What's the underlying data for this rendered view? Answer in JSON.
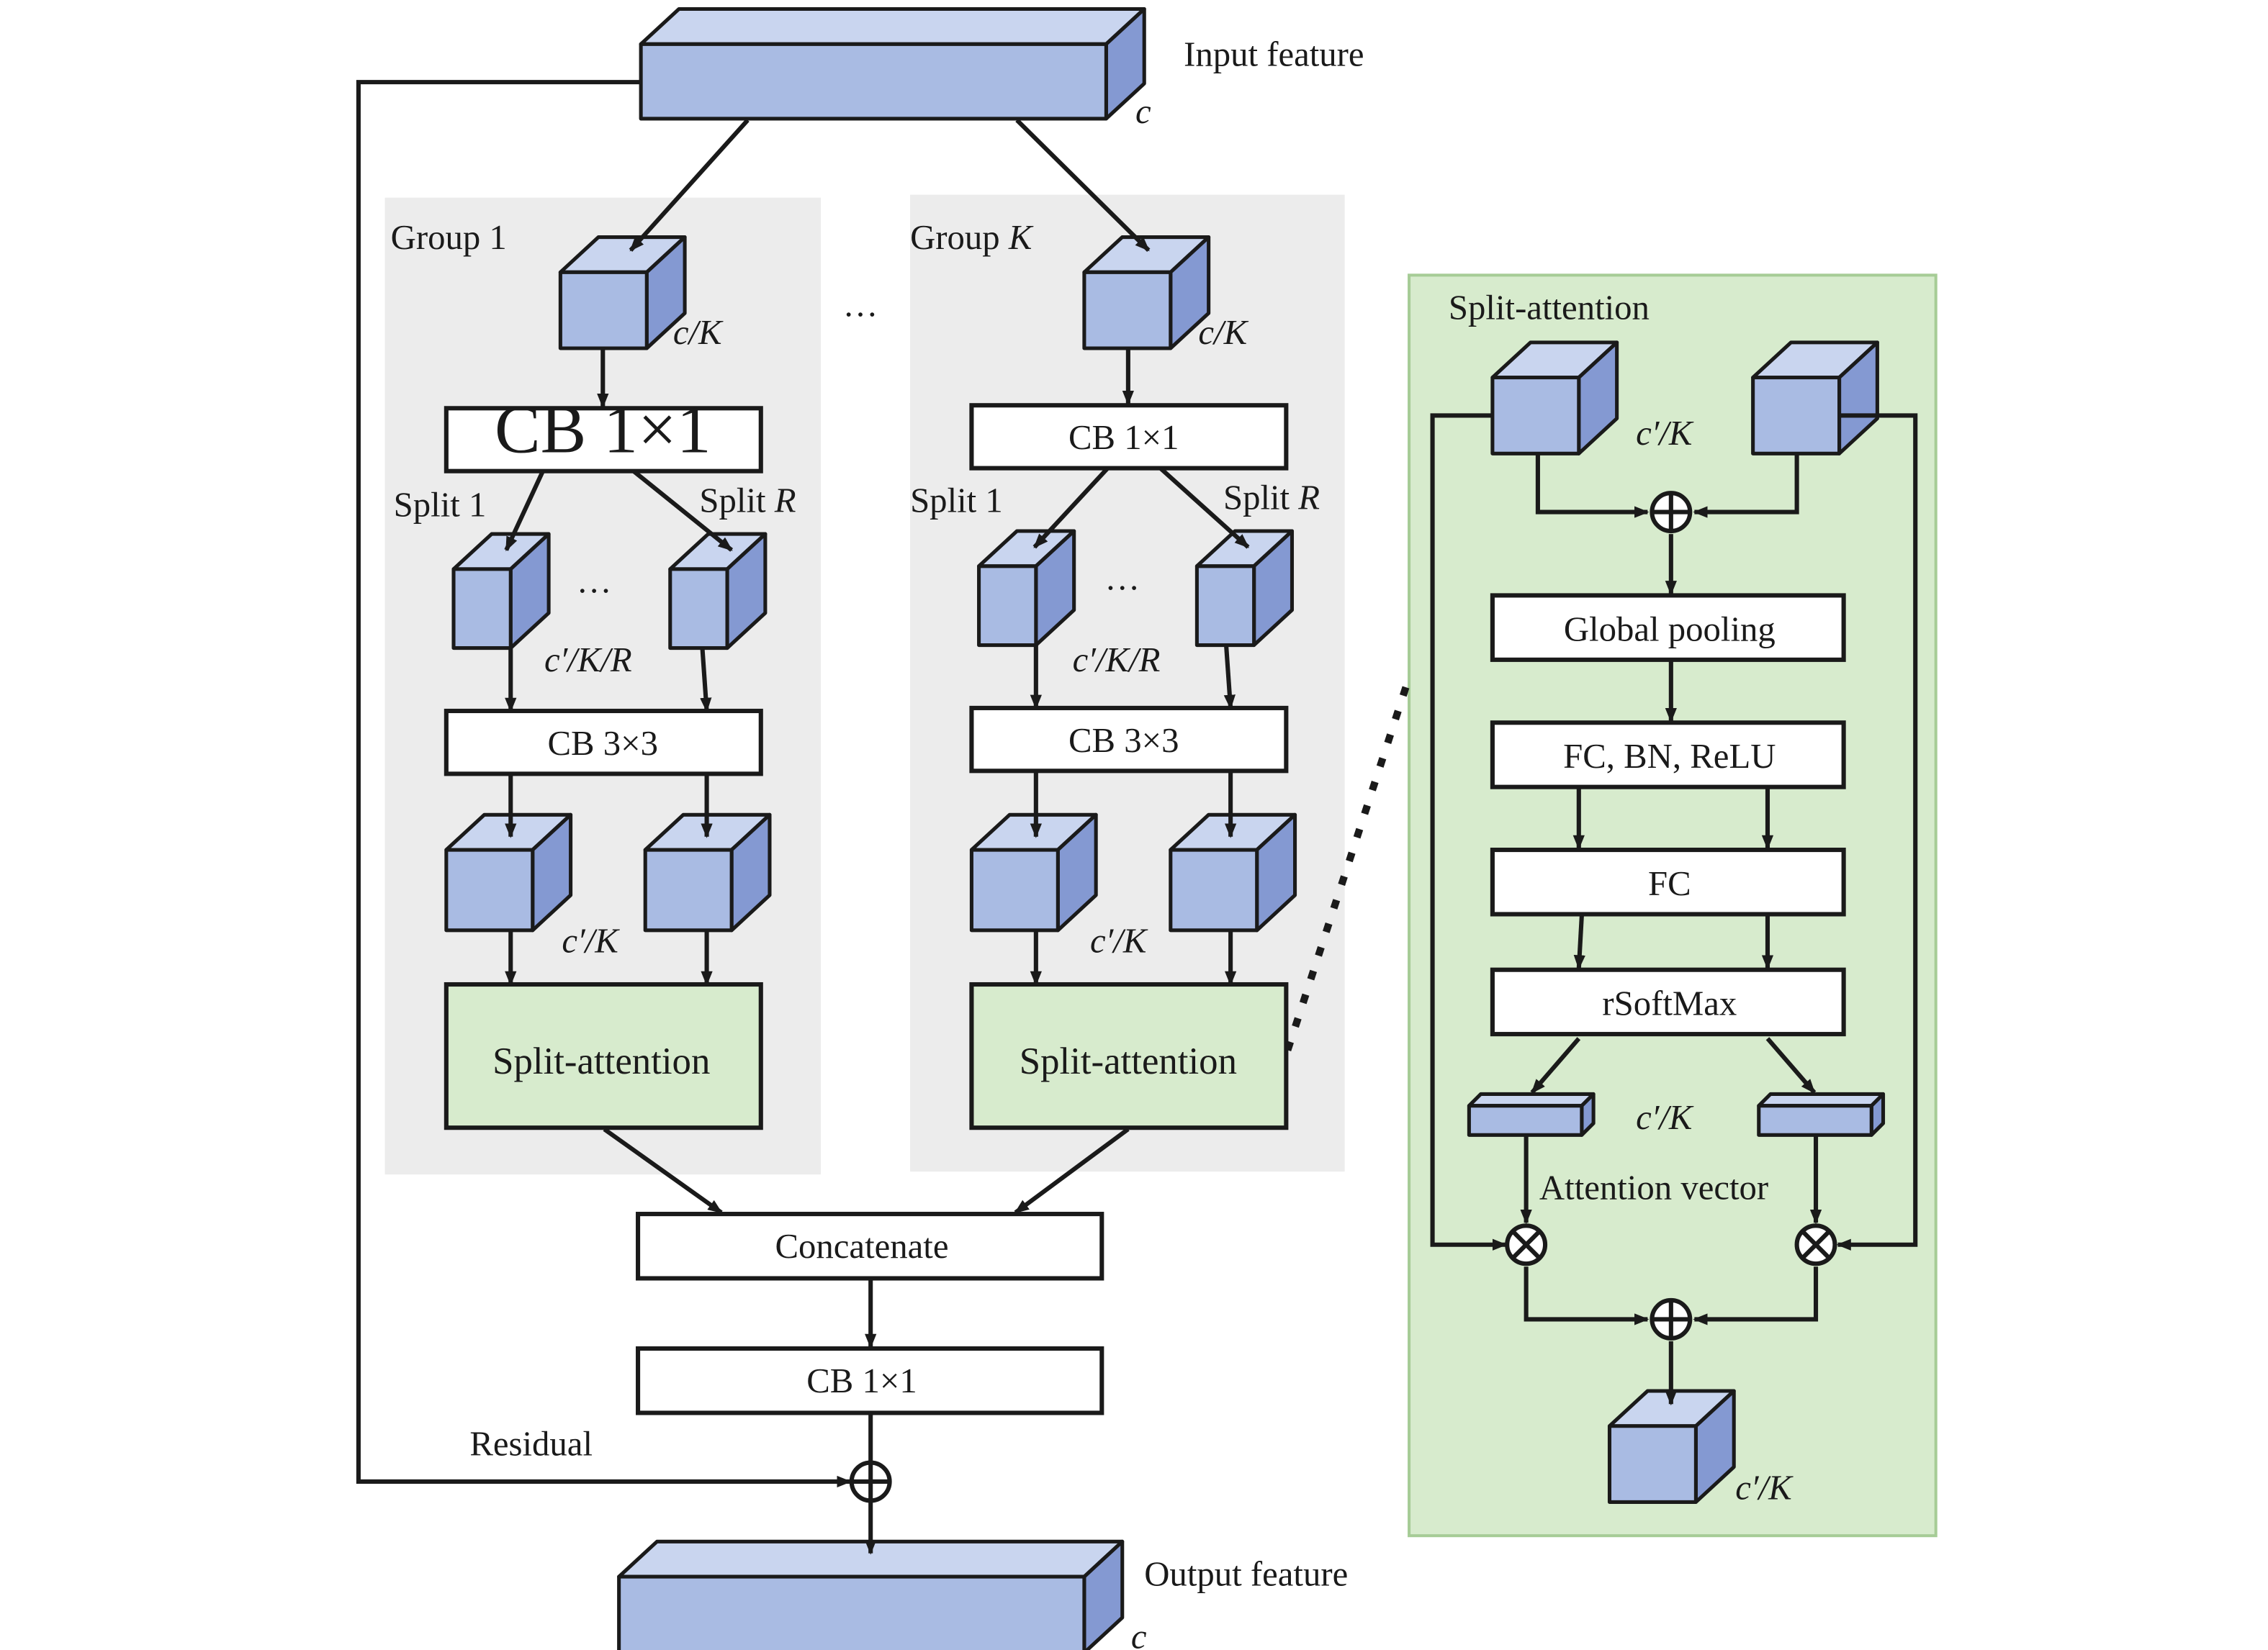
{
  "labels": {
    "input_feature": "Input feature",
    "output_feature": "Output feature",
    "channel_c_top": "c",
    "channel_c_bottom": "c",
    "residual": "Residual",
    "concatenate": "Concatenate",
    "cb_1x1_final": "CB 1×1",
    "ellipsis_groups": "…"
  },
  "groups": [
    {
      "title_prefix": "Group ",
      "title_suffix": "1",
      "title_suffix_italic": false,
      "cube_label": "c/K",
      "cb1": "CB 1×1",
      "split_first": "Split 1",
      "split_last_prefix": "Split ",
      "split_last_suffix": "R",
      "split_ellipsis": "…",
      "split_cube_label": "c′/K/R",
      "cb3": "CB 3×3",
      "out_cube_label": "c′/K",
      "split_attention": "Split-attention"
    },
    {
      "title_prefix": "Group ",
      "title_suffix": "K",
      "title_suffix_italic": true,
      "cube_label": "c/K",
      "cb1": "CB 1×1",
      "split_first": "Split 1",
      "split_last_prefix": "Split ",
      "split_last_suffix": "R",
      "split_ellipsis": "…",
      "split_cube_label": "c′/K/R",
      "cb3": "CB 3×3",
      "out_cube_label": "c′/K",
      "split_attention": "Split-attention"
    }
  ],
  "split_attention_panel": {
    "title": "Split-attention",
    "input_cube_label": "c′/K",
    "global_pooling": "Global pooling",
    "fc_bn_relu": "FC, BN, ReLU",
    "fc": "FC",
    "rsoftmax": "rSoftMax",
    "vector_label": "c′/K",
    "attention_vector": "Attention vector",
    "output_cube_label": "c′/K"
  },
  "colors": {
    "cube_front": "#a9bbe3",
    "cube_top": "#c9d5ef",
    "cube_side": "#8499d2",
    "group_panel": "#ececec",
    "attention_panel": "#d7ebcd"
  }
}
